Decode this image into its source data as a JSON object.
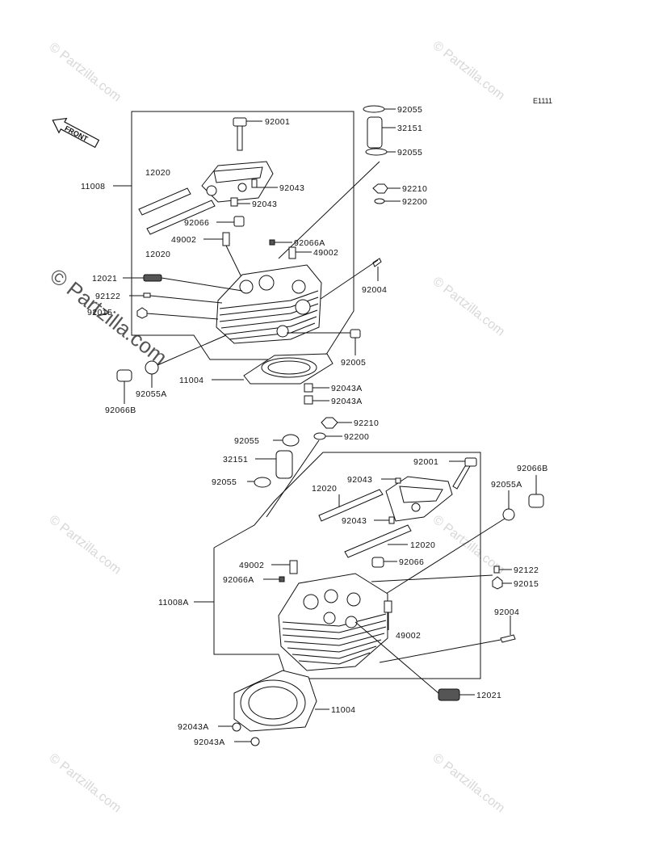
{
  "diagram_code": "E1111",
  "orientation_label": "FRONT",
  "watermark": "© Partzilla.com",
  "watermark_small": "© Partzilla.com",
  "parts": {
    "p92001_top": "92001",
    "p92055_a": "92055",
    "p32151_top": "32151",
    "p92055_b": "92055",
    "p11008": "11008",
    "p12020_a": "12020",
    "p92043_a": "92043",
    "p92210_top": "92210",
    "p92200_top": "92200",
    "p92043_b": "92043",
    "p92066_top": "92066",
    "p49002_a": "49002",
    "p92066A_top": "92066A",
    "p49002_b": "49002",
    "p12020_b": "12020",
    "p12021_top": "12021",
    "p92004_top": "92004",
    "p92122_top": "92122",
    "p92015_top": "92015",
    "p92005": "92005",
    "p11004_top": "11004",
    "p92055A_top": "92055A",
    "p92043A_a": "92043A",
    "p92066B_top": "92066B",
    "p92043A_b": "92043A",
    "p92210_bot": "92210",
    "p92055_c": "92055",
    "p92200_bot": "92200",
    "p32151_bot": "32151",
    "p92001_bot": "92001",
    "p92066B_bot": "92066B",
    "p92043_c": "92043",
    "p92055_d": "92055",
    "p12020_c": "12020",
    "p92055A_bot": "92055A",
    "p92043_d": "92043",
    "p12020_d": "12020",
    "p49002_c": "49002",
    "p92066_bot": "92066",
    "p92122_bot": "92122",
    "p92066A_bot": "92066A",
    "p92015_bot": "92015",
    "p11008A": "11008A",
    "p92004_bot": "92004",
    "p49002_d": "49002",
    "p12021_bot": "12021",
    "p11004_bot": "11004",
    "p92043A_c": "92043A",
    "p92043A_d": "92043A"
  }
}
